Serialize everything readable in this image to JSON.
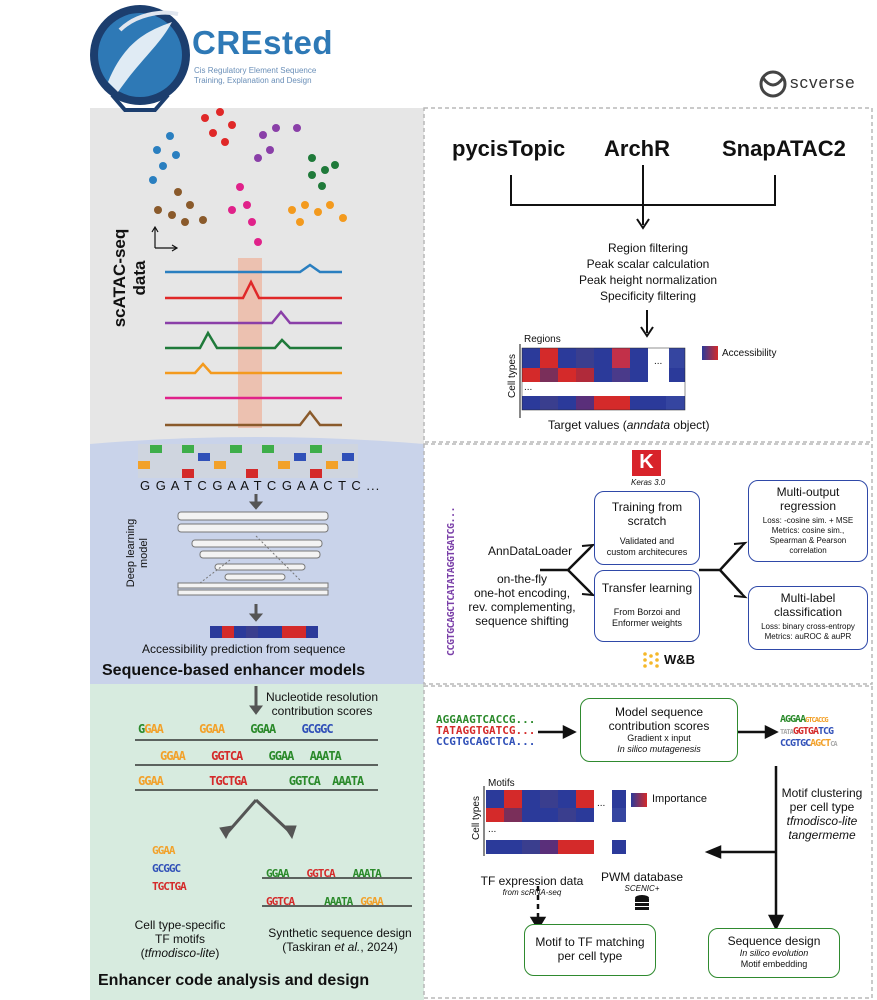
{
  "header": {
    "logo_name": "CREsted",
    "logo_subtitle_1": "Cis Regulatory Element Sequence",
    "logo_subtitle_2": "Training, Explanation and Design",
    "partner": "scverse"
  },
  "colors": {
    "panel1_bg": "#e6e6e6",
    "panel2_bg": "#c9d3ea",
    "panel3_bg": "#d7ebdf",
    "blue_box": "#2f49a8",
    "green_box": "#2f8a2f",
    "heat_blue": "#2b3a9a",
    "heat_red": "#d42a2a"
  },
  "section1": {
    "label_line1": "scATAC-seq",
    "label_line2": "data",
    "tools": [
      "pycisTopic",
      "ArchR",
      "SnapATAC2"
    ],
    "steps": [
      "Region filtering",
      "Peak scalar calculation",
      "Peak height normalization",
      "Specificity filtering"
    ],
    "regions_label": "Regions",
    "celltypes_label": "Cell types",
    "accessibility_label": "Accessibility",
    "ellipsis": "...",
    "target_prefix": "Target values (",
    "target_italic": "anndata",
    "target_suffix": " object)"
  },
  "section2": {
    "sequence": "G G A T C G A A T C G A A C T C ...",
    "model_label_1": "Deep learning",
    "model_label_2": "model",
    "prediction_label": "Accessibility prediction from sequence",
    "title": "Sequence-based enhancer models",
    "vertical_seq": "CCGTGCAGCTCATATAGGTGATCG...",
    "keras_letter": "K",
    "keras_label": "Keras 3.0",
    "loader": "AnnDataLoader",
    "loader_steps": [
      "on-the-fly",
      "one-hot encoding,",
      "rev. complementing,",
      "sequence shifting"
    ],
    "train_title_1": "Training from",
    "train_title_2": "scratch",
    "train_sub_1": "Validated and",
    "train_sub_2": "custom architecures",
    "transfer_title": "Transfer learning",
    "transfer_sub_1": "From Borzoi and",
    "transfer_sub_2": "Enformer weights",
    "multi_output_1": "Multi-output",
    "multi_output_2": "regression",
    "mo_loss": "Loss: -cosine sim. + MSE",
    "mo_metrics_1": "Metrics: cosine sim.,",
    "mo_metrics_2": "Spearman & Pearson",
    "mo_metrics_3": "correlation",
    "multi_label_1": "Multi-label",
    "multi_label_2": "classification",
    "ml_loss": "Loss: binary cross-entropy",
    "ml_metrics": "Metrics: auROC & auPR",
    "wandb": "W&B"
  },
  "section3": {
    "contrib_1": "Nucleotide resolution",
    "contrib_2": "contribution scores",
    "celltype_motifs_1": "Cell type-specific",
    "celltype_motifs_2": "TF motifs",
    "celltype_motifs_3": "tfmodisco-lite",
    "synthetic_1": "Synthetic sequence design",
    "synthetic_2_pre": "(Taskiran ",
    "synthetic_2_it": "et al.",
    "synthetic_2_post": ", 2024)",
    "title": "Enhancer code analysis and design",
    "seqs": [
      "AGGAAGTCACCG...",
      "TATAGGTGATCG...",
      "CCGTGCAGCTCA..."
    ],
    "model_contrib_1": "Model sequence",
    "model_contrib_2": "contribution scores",
    "model_contrib_3": "Gradient x input",
    "model_contrib_4": "In silico mutagenesis",
    "motifs_label": "Motifs",
    "celltypes_label": "Cell types",
    "importance_label": "Importance",
    "clustering_1": "Motif clustering",
    "clustering_2": "per cell type",
    "clustering_3": "tfmodisco-lite",
    "clustering_4": "tangermeme",
    "tf_expr": "TF expression data",
    "tf_expr_sub": "from scRNA-seq",
    "pwm": "PWM database",
    "pwm_sub": "SCENIC+",
    "matching_1": "Motif to TF matching",
    "matching_2": "per cell type",
    "design_1": "Sequence design",
    "design_2": "In silico evolution",
    "design_3": "Motif embedding"
  }
}
